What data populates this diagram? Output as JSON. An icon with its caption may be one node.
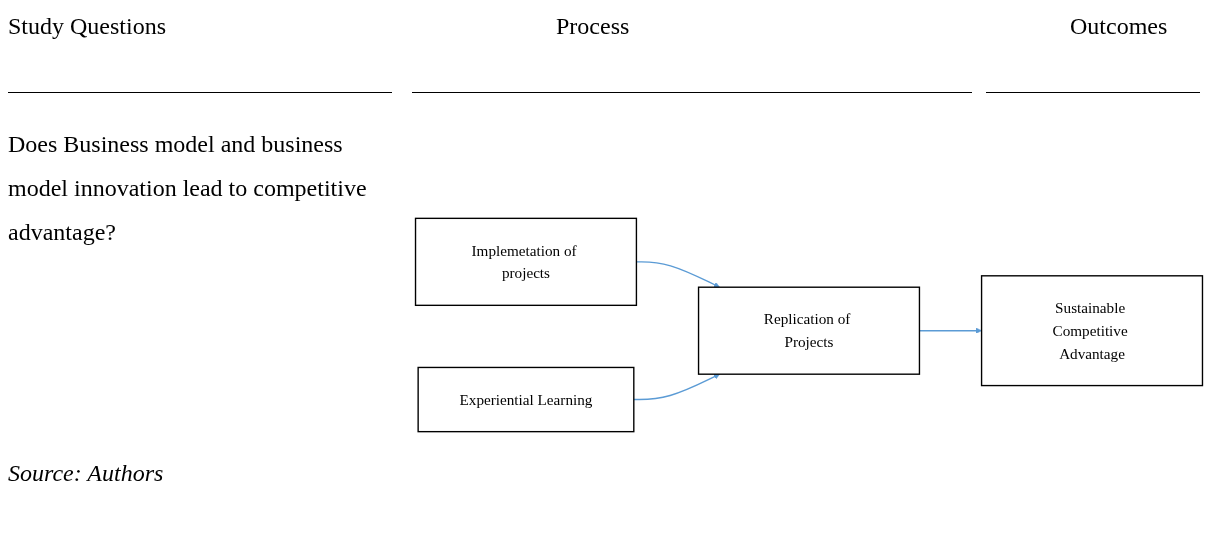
{
  "diagram": {
    "caption": "Source: Authors",
    "nodes": [
      {
        "text": [
          "Implemetation of projects"
        ]
      },
      {
        "text": [
          "Experiential Learning"
        ]
      },
      {
        "text": [
          "Replication of Projects"
        ]
      },
      {
        "text": [
          "Sustainable Competitive Advantage"
        ]
      }
    ],
    "edges": [
      {
        "from": 0,
        "to": 2,
        "arrow": "to"
      },
      {
        "from": 1,
        "to": 2,
        "arrow": "to"
      },
      {
        "from": 2,
        "to": 3,
        "arrow": "to"
      }
    ],
    "labels": [
      "Study Questions",
      "Process",
      "Outcomes",
      "Does Business model and business model innovation lead to competitive advantage?"
    ]
  }
}
